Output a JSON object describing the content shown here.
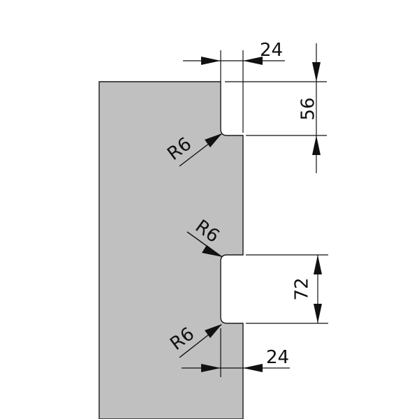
{
  "colors": {
    "part_fill": "#c0c0c0",
    "part_stroke": "#1a1a1a",
    "dimension": "#111111",
    "background": "#ffffff"
  },
  "dimensions": {
    "top_step_width": "24",
    "top_step_height": "56",
    "slot_height": "72",
    "bottom_step_width": "24"
  },
  "radii": {
    "upper_fillet": "R6",
    "slot_top_fillet": "R6",
    "slot_bottom_fillet": "R6"
  }
}
